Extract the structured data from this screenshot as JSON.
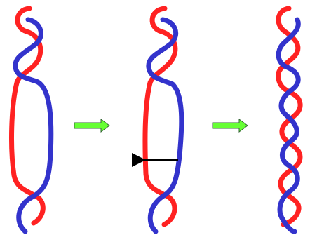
{
  "colors": {
    "strand_a": "#ff2222",
    "strand_b": "#3333cc",
    "step_arrow_fill": "#66ff33",
    "step_arrow_outline": "#336633",
    "motion_arrow": "#000000",
    "background": "#ffffff"
  },
  "panels": [
    {
      "name": "initial-open-bubble",
      "state": "two-strand helix with large unwound bubble in the middle"
    },
    {
      "name": "closing-bubble",
      "state": "bubble partially closed; one strand pulled leftward"
    },
    {
      "name": "fully-wound-helix",
      "state": "fully wound double helix"
    }
  ],
  "step_arrows": [
    {
      "name": "step-arrow-1",
      "direction": "right"
    },
    {
      "name": "step-arrow-2",
      "direction": "right"
    }
  ],
  "motion_arrow": {
    "direction": "left"
  }
}
